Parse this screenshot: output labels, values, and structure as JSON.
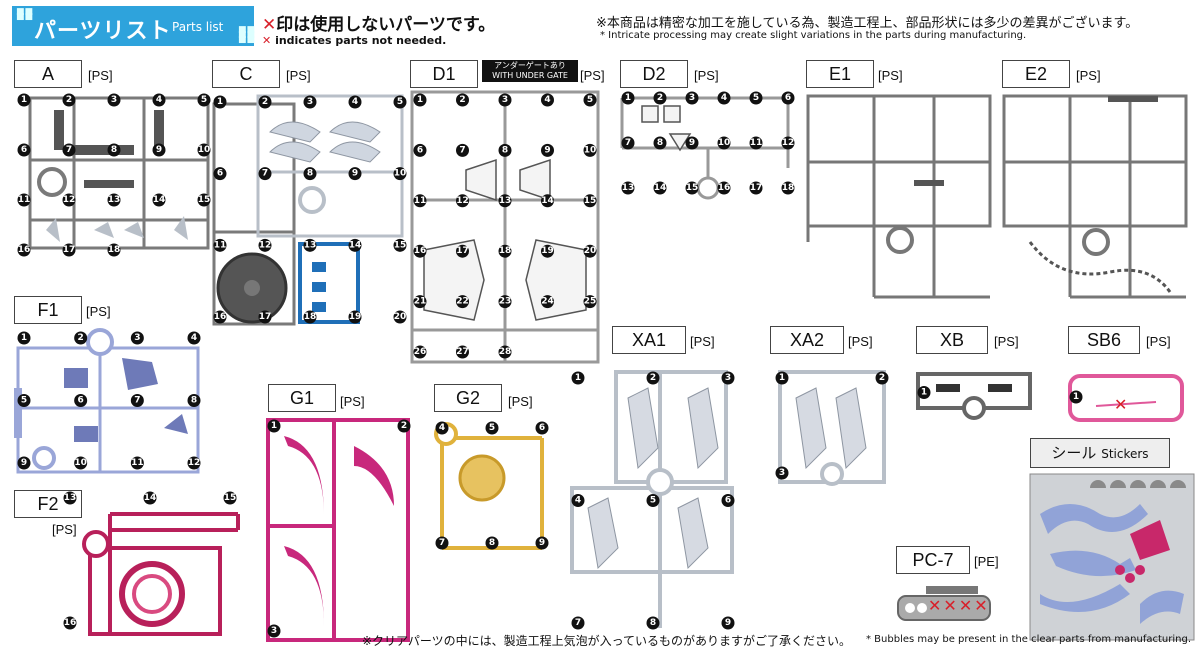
{
  "header": {
    "title_jp": "パーツリスト",
    "title_en": "Parts list",
    "not_used_mark": "✕",
    "not_used_jp": "印は使用しないパーツです。",
    "not_used_en": "indicates parts not needed.",
    "notice_jp": "※本商品は精密な加工を施している為、製造工程上、部品形状には多少の差異がございます。",
    "notice_en": "* Intricate processing may create slight variations in the parts during manufacturing."
  },
  "footer": {
    "bubbles_jp": "※クリアパーツの中には、製造工程上気泡が入っているものがありますがご了承ください。",
    "bubbles_en": "* Bubbles may be present in the clear parts from manufacturing."
  },
  "runners": [
    {
      "id": "A",
      "material": "[PS]"
    },
    {
      "id": "C",
      "material": "[PS]"
    },
    {
      "id": "D1",
      "material": "[PS]",
      "badge_jp": "アンダーゲートあり",
      "badge_en": "WITH UNDER GATE"
    },
    {
      "id": "D2",
      "material": "[PS]"
    },
    {
      "id": "E1",
      "material": "[PS]"
    },
    {
      "id": "E2",
      "material": "[PS]"
    },
    {
      "id": "F1",
      "material": "[PS]"
    },
    {
      "id": "F2",
      "material": "[PS]"
    },
    {
      "id": "G1",
      "material": "[PS]"
    },
    {
      "id": "G2",
      "material": "[PS]"
    },
    {
      "id": "XA1",
      "material": "[PS]"
    },
    {
      "id": "XA2",
      "material": "[PS]"
    },
    {
      "id": "XB",
      "material": "[PS]"
    },
    {
      "id": "SB6",
      "material": "[PS]"
    },
    {
      "id": "PC-7",
      "material": "[PE]"
    }
  ],
  "stickers": {
    "label_jp": "シール",
    "label_en": "Stickers"
  },
  "colors": {
    "gray": "#7a7a7a",
    "light_gray": "#b8bfc8",
    "blue": "#1f6fb8",
    "lavender": "#9aa6d8",
    "magenta": "#c8287c",
    "crimson": "#b8205a",
    "gold": "#e0b23c",
    "pink": "#e0589a",
    "header_blue": "#2ea3dc",
    "red": "#d8202a"
  },
  "part_numbers": {
    "A": [
      "1",
      "2",
      "3",
      "4",
      "5",
      "6",
      "7",
      "8",
      "9",
      "10",
      "11",
      "12",
      "13",
      "14",
      "15",
      "16",
      "17",
      "18"
    ],
    "C": [
      "1",
      "2",
      "3",
      "4",
      "5",
      "6",
      "7",
      "8",
      "9",
      "10",
      "11",
      "12",
      "13",
      "14",
      "15",
      "16",
      "17",
      "18",
      "19",
      "20"
    ],
    "D1": [
      "1",
      "2",
      "3",
      "4",
      "5",
      "6",
      "7",
      "8",
      "9",
      "10",
      "11",
      "12",
      "13",
      "14",
      "15",
      "16",
      "17",
      "18",
      "19",
      "20",
      "21",
      "22",
      "23",
      "24",
      "25",
      "26",
      "27",
      "28"
    ],
    "D2": [
      "1",
      "2",
      "3",
      "4",
      "5",
      "6",
      "7",
      "8",
      "9",
      "10",
      "11",
      "12",
      "13",
      "14",
      "15",
      "16",
      "17",
      "18"
    ],
    "F1": [
      "1",
      "2",
      "3",
      "4",
      "5",
      "6",
      "7",
      "8",
      "9",
      "10",
      "11",
      "12"
    ],
    "F2": [
      "13",
      "14",
      "15",
      "16"
    ],
    "G1": [
      "1",
      "2",
      "3"
    ],
    "G2": [
      "4",
      "5",
      "6",
      "7",
      "8",
      "9"
    ],
    "XA1": [
      "1",
      "2",
      "3",
      "4",
      "5",
      "6",
      "7",
      "8",
      "9"
    ],
    "XA2": [
      "1",
      "2",
      "3"
    ],
    "XB": [
      "1"
    ],
    "SB6": [
      "1"
    ]
  }
}
